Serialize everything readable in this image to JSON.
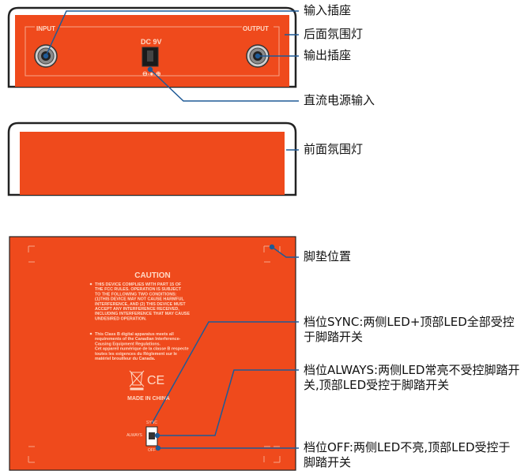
{
  "callouts": {
    "input_jack": "输入插座",
    "rear_ambient_light": "后面氛围灯",
    "output_jack": "输出插座",
    "dc_power_input": "直流电源输入",
    "front_ambient_light": "前面氛围灯",
    "foot_pad_position": "脚垫位置",
    "switch_sync": "档位SYNC:两侧LED+顶部LED全部受控于脚踏开关",
    "switch_always": "档位ALWAYS:两侧LED常亮不受控脚踏开关,顶部LED受控于脚踏开关",
    "switch_off": "档位OFF:两侧LED不亮,顶部LED受控于脚踏开关"
  },
  "rear_panel": {
    "input_label": "INPUT",
    "output_label": "OUTPUT",
    "dc_label": "DC 9V",
    "polarity_symbol": "⊖-●-⊕"
  },
  "bottom_plate": {
    "caution_title": "CAUTION",
    "fcc_text": [
      "THIS DEVICE COMPLIES WITH PART 15 OF",
      "THE FCC RULES. OPERATION IS SUBJECT",
      "TO THE FOLLOWING TWO CONDITIONS:",
      "(1)THIS DEVICE MAY NOT CAUSE HARMFUL",
      "INTERFERENCE, AND (2) THIS DEVICE MUST",
      "ACCEPT ANY INTERFERENCE RECEIVED,",
      "INCLUDING INTERFERENCE THAT MAY CAUSE",
      "UNDESIRED OPERATION."
    ],
    "canada_text": [
      "This Class B digital apparatus meets all",
      "requirements of the Canadian Interference-",
      "Causing Equipment Regulations.",
      "Cet appareil numérique de la classe B respecte",
      "toutes les exigences du Règlement sur le",
      "matériel brouilleur du Canada."
    ],
    "ce_mark": "CE",
    "made_in": "MADE IN CHINA",
    "switch_sync": "SYNC",
    "switch_always": "ALWAYS",
    "switch_off": "OFF"
  },
  "colors": {
    "body_orange": "#ef4a1c",
    "panel_line": "#f7a58a",
    "leader_line": "#1f5a96",
    "text": "#111111"
  }
}
